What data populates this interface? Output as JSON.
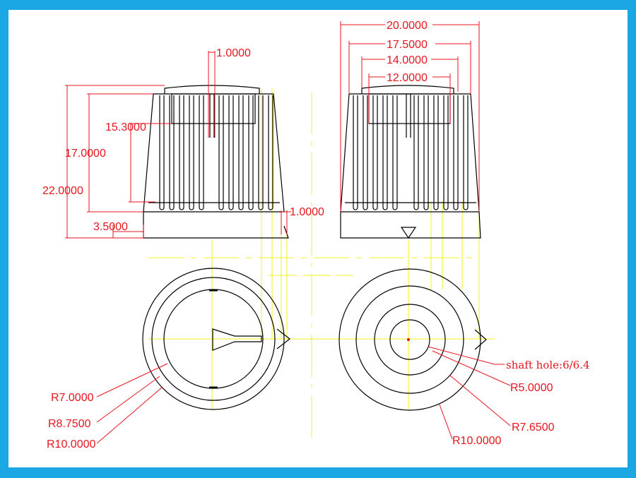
{
  "colors": {
    "frame": "#1aa7e4",
    "paper": "#ffffff",
    "outline": "#000000",
    "centerline": "#f2f21e",
    "dimension": "#e8141e"
  },
  "drawing": {
    "side_view_left": {
      "dims": {
        "top_pin": "1.0000",
        "inner_height": "15.3000",
        "knurl_height": "17.0000",
        "total_height": "22.0000",
        "base_offset": "3.5000",
        "pointer_width": "1.0000"
      }
    },
    "side_view_right": {
      "dims": {
        "outer_dia": "20.0000",
        "knurl_dia": "17.5000",
        "cap_dia": "14.0000",
        "inner_dia": "12.0000"
      }
    },
    "top_view_left": {
      "radii": {
        "r7": "R7.0000",
        "r8_75": "R8.7500",
        "r10": "R10.0000"
      }
    },
    "top_view_right": {
      "radii": {
        "shaft_hole": "shaft hole:6/6.4",
        "r5": "R5.0000",
        "r7_65": "R7.6500",
        "r10": "R10.0000"
      }
    }
  }
}
